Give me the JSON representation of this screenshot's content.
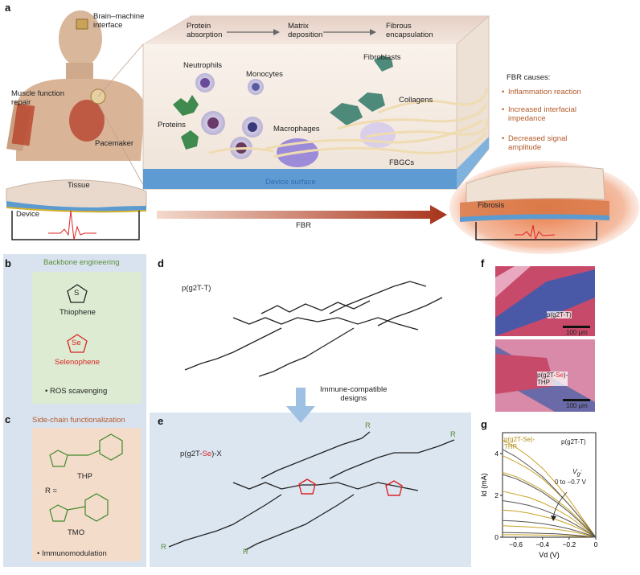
{
  "panel_a": {
    "letter": "a",
    "body_labels": {
      "bmi": "Brain–machine\ninterface",
      "muscle": "Muscle function\nrepair",
      "pacemaker": "Pacemaker"
    },
    "process_steps": [
      "Protein\nabsorption",
      "Matrix\ndeposition",
      "Fibrous\nencapsulation"
    ],
    "cells": {
      "neutrophils": "Neutrophils",
      "monocytes": "Monocytes",
      "fibroblasts": "Fibroblasts",
      "collagens": "Collagens",
      "proteins": "Proteins",
      "macrophages": "Macrophages",
      "fbgcs": "FBGCs"
    },
    "device_surface": "Device surface",
    "tissue": "Tissue",
    "device": "Device",
    "fbr": "FBR",
    "fibrosis": "Fibrosis",
    "causes_title": "FBR causes:",
    "causes": [
      "Inflammation reaction",
      "Increased interfacial\nimpedance",
      "Decreased signal\namplitude"
    ]
  },
  "panel_b": {
    "letter": "b",
    "title": "Backbone engineering",
    "thiophene": "Thiophene",
    "selenophene": "Selenophene",
    "s_atom": "S",
    "se_atom": "Se",
    "ros": "• ROS scavenging"
  },
  "panel_c": {
    "letter": "c",
    "title": "Side-chain functionalization",
    "thp": "THP",
    "r_eq": "R =",
    "tmo": "TMO",
    "immuno": "• Immunomodulation"
  },
  "panel_d": {
    "letter": "d",
    "polymer": "p(g2T-T)",
    "arrow_text": "Immune-compatible\ndesigns"
  },
  "panel_e": {
    "letter": "e",
    "polymer_prefix": "p(g2T-",
    "polymer_se": "Se",
    "polymer_suffix": ")-X",
    "r_label": "R"
  },
  "panel_f": {
    "letter": "f",
    "top_label": "p(g2T-T)",
    "bottom_label_prefix": "p(g2T-",
    "bottom_label_se": "Se",
    "bottom_label_suffix": ")-\nTHP",
    "scalebar": "100 μm"
  },
  "panel_g": {
    "letter": "g",
    "legend_gold": "p(g2T-Se)-\nTHP",
    "legend_gray": "p(g2T-T)",
    "vg_label": "V",
    "vg_sub": "g",
    "vg_range": "0 to −0.7 V"
  },
  "chart_data": {
    "type": "line",
    "xlabel": "Vd (V)",
    "ylabel": "Id (mA)",
    "xlim": [
      -0.7,
      0
    ],
    "ylim": [
      0,
      5
    ],
    "xticks": [
      "−0.6",
      "−0.4",
      "−0.2",
      "0"
    ],
    "yticks": [
      "0",
      "2",
      "4"
    ],
    "x": [
      -0.7,
      -0.6,
      -0.5,
      -0.4,
      -0.3,
      -0.2,
      -0.1,
      0
    ],
    "series": [
      {
        "name": "p(g2T-Se)-THP",
        "color": "#c9a227",
        "values": [
          4.65,
          4.3,
          3.85,
          3.3,
          2.6,
          1.8,
          0.9,
          0
        ]
      },
      {
        "name": "p(g2T-Se)-THP",
        "color": "#c9a227",
        "values": [
          3.9,
          3.6,
          3.25,
          2.8,
          2.2,
          1.55,
          0.8,
          0
        ]
      },
      {
        "name": "p(g2T-Se)-THP",
        "color": "#c9a227",
        "values": [
          3.1,
          2.9,
          2.6,
          2.25,
          1.8,
          1.3,
          0.68,
          0
        ]
      },
      {
        "name": "p(g2T-Se)-THP",
        "color": "#c9a227",
        "values": [
          2.2,
          2.05,
          1.9,
          1.65,
          1.35,
          0.98,
          0.52,
          0
        ]
      },
      {
        "name": "p(g2T-Se)-THP",
        "color": "#c9a227",
        "values": [
          1.3,
          1.25,
          1.15,
          1.0,
          0.85,
          0.62,
          0.34,
          0
        ]
      },
      {
        "name": "p(g2T-Se)-THP",
        "color": "#c9a227",
        "values": [
          0.55,
          0.52,
          0.49,
          0.45,
          0.38,
          0.29,
          0.16,
          0
        ]
      },
      {
        "name": "p(g2T-Se)-THP",
        "color": "#c9a227",
        "values": [
          0.12,
          0.12,
          0.11,
          0.1,
          0.09,
          0.07,
          0.04,
          0
        ]
      },
      {
        "name": "p(g2T-T)",
        "color": "#555555",
        "values": [
          4.2,
          3.85,
          3.4,
          2.9,
          2.25,
          1.55,
          0.8,
          0
        ]
      },
      {
        "name": "p(g2T-T)",
        "color": "#555555",
        "values": [
          3.0,
          2.8,
          2.5,
          2.15,
          1.7,
          1.2,
          0.62,
          0
        ]
      },
      {
        "name": "p(g2T-T)",
        "color": "#555555",
        "values": [
          1.75,
          1.65,
          1.52,
          1.32,
          1.07,
          0.77,
          0.41,
          0
        ]
      },
      {
        "name": "p(g2T-T)",
        "color": "#555555",
        "values": [
          0.8,
          0.77,
          0.72,
          0.65,
          0.54,
          0.4,
          0.22,
          0
        ]
      },
      {
        "name": "p(g2T-T)",
        "color": "#555555",
        "values": [
          0.22,
          0.21,
          0.2,
          0.18,
          0.16,
          0.12,
          0.07,
          0
        ]
      }
    ]
  }
}
